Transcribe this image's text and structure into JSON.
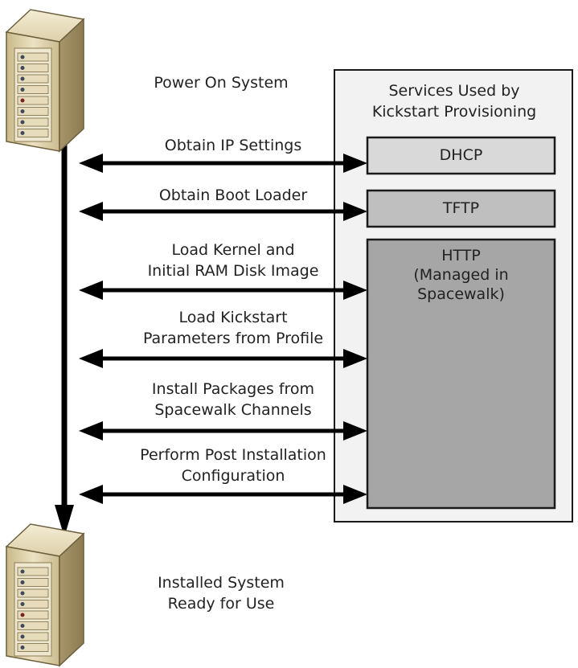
{
  "top_server": {
    "label": "Power On System",
    "icon": "server-tower-icon"
  },
  "bottom_server": {
    "label_line1": "Installed System",
    "label_line2": "Ready for Use",
    "icon": "server-tower-icon"
  },
  "services_panel": {
    "title_line1": "Services Used by",
    "title_line2": "Kickstart Provisioning",
    "dhcp": "DHCP",
    "tftp": "TFTP",
    "http_line1": "HTTP",
    "http_line2": "(Managed in",
    "http_line3": "Spacewalk)"
  },
  "steps": [
    {
      "line1": "Obtain IP Settings"
    },
    {
      "line1": "Obtain Boot Loader"
    },
    {
      "line1": "Load Kernel and",
      "line2": "Initial RAM Disk Image"
    },
    {
      "line1": "Load Kickstart",
      "line2": "Parameters from Profile"
    },
    {
      "line1": "Install Packages from",
      "line2": "Spacewalk Channels"
    },
    {
      "line1": "Perform Post Installation",
      "line2": "Configuration"
    }
  ],
  "colors": {
    "panel_bg": "#f2f2f2",
    "dhcp_fill": "#d9d9d9",
    "tftp_fill": "#bfbfbf",
    "http_fill": "#a6a6a6",
    "arrow": "#000000"
  }
}
